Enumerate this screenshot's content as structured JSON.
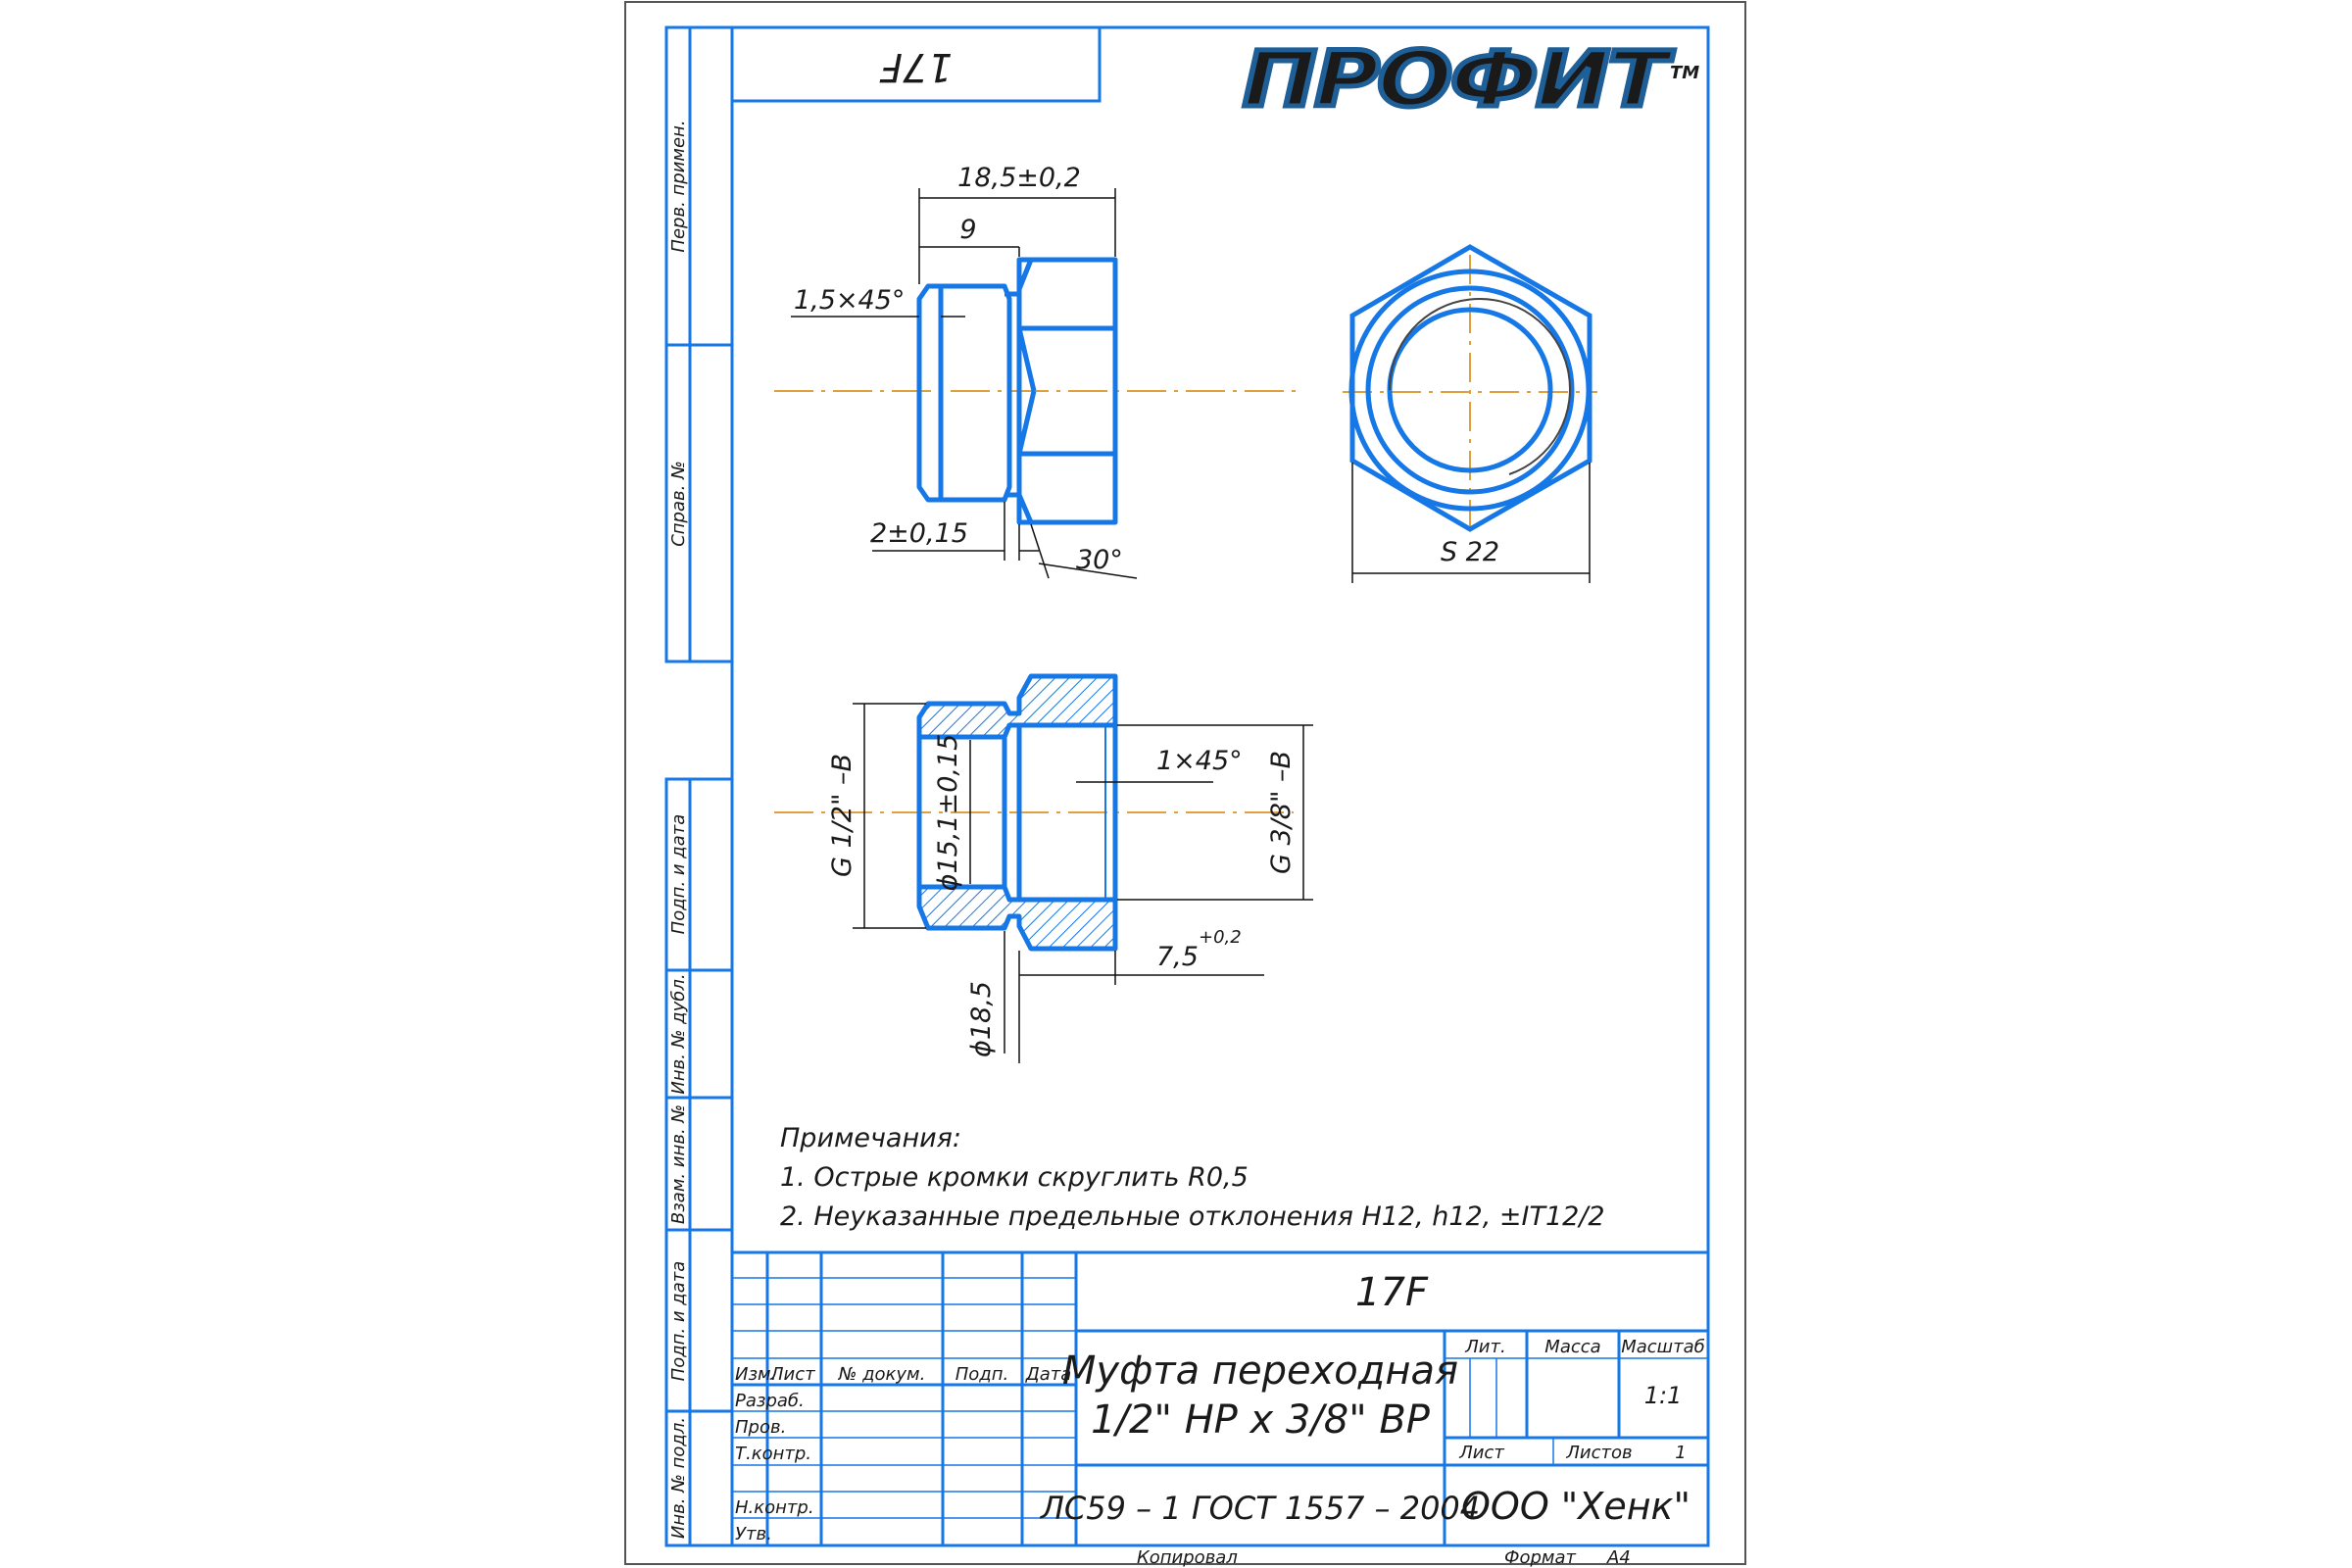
{
  "colors": {
    "frame": "#1677e6",
    "part": "#1677e6",
    "axis": "#e0a040",
    "text": "#1a1a1a",
    "logo": "#1f5f97"
  },
  "logo": {
    "text": "ПРОФИТ",
    "tm": "TM"
  },
  "corner_code": "17F",
  "side_labels": [
    "Перв. примен.",
    "Справ. №",
    "Подп. и дата",
    "Инв. № дубл.",
    "Взам. инв. №",
    "Подп. и дата",
    "Инв. № подл."
  ],
  "dims": {
    "length_total": "18,5±0,2",
    "length_spigot": "9",
    "chamfer_ext": "1,5×45°",
    "groove": "2±0,15",
    "angle": "30°",
    "hex": "S 22",
    "thread_ext": "G 1/2\" –B",
    "bore": "ϕ15,1±0,15",
    "chamfer_int": "1×45°",
    "thread_int": "G 3/8\" –B",
    "thread_depth": "7,5",
    "thread_depth_tol": "+0,2",
    "outer_dia": "ϕ18,5"
  },
  "notes": {
    "title": "Примечания:",
    "items": [
      "1. Острые кромки скруглить R0,5",
      "2. Неуказанные предельные отклонения H12, h12, ±IT12/2"
    ]
  },
  "title_block": {
    "code": "17F",
    "name_line1": "Муфта переходная",
    "name_line2": "1/2\" НР х 3/8\" ВР",
    "material": "ЛС59 – 1 ГОСТ 1557 – 2004",
    "company": "ООО \"Хенк\"",
    "lit": "Лит.",
    "mass": "Масса",
    "scale_label": "Масштаб",
    "scale": "1:1",
    "sheet": "Лист",
    "sheets": "Листов",
    "sheets_value": "1",
    "col_izm": "Изм.",
    "col_list": "Лист",
    "col_doc": "№ докум.",
    "col_sign": "Подп.",
    "col_date": "Дата",
    "roles": [
      "Разраб.",
      "Пров.",
      "Т.контр.",
      "Н.контр.",
      "Утв."
    ],
    "copied": "Копировал",
    "format_label": "Формат",
    "format": "А4"
  }
}
